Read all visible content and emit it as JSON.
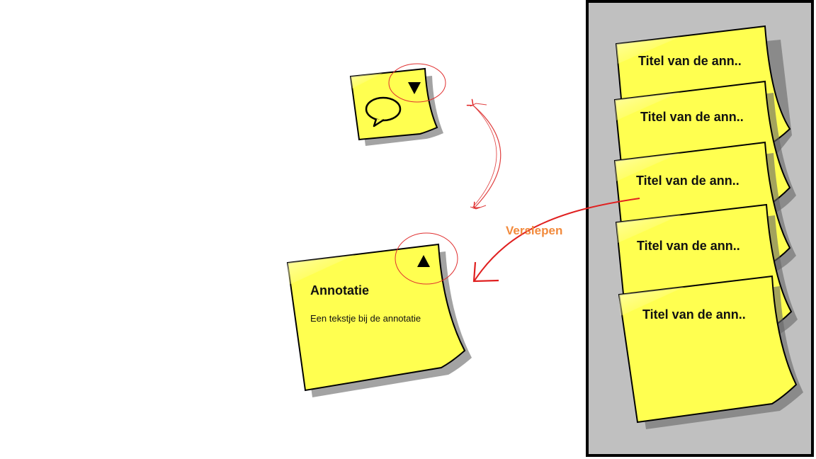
{
  "collapsed_note": {
    "toggle_icon": "triangle-down-icon",
    "content_icon": "speech-bubble-icon"
  },
  "expanded_note": {
    "title": "Annotatie",
    "body": "Een tekstje bij de annotatie",
    "toggle_icon": "triangle-up-icon"
  },
  "drag_label": "Verslepen",
  "panel": {
    "notes": [
      {
        "title": "Titel van de ann.."
      },
      {
        "title": "Titel van de ann.."
      },
      {
        "title": "Titel van de ann.."
      },
      {
        "title": "Titel van de ann.."
      },
      {
        "title": "Titel van de ann.."
      }
    ]
  },
  "colors": {
    "note_fill": "#ffff50",
    "panel_bg": "#c0c0c0",
    "annotation_red": "#e02020",
    "label_orange": "#f28a3c"
  }
}
